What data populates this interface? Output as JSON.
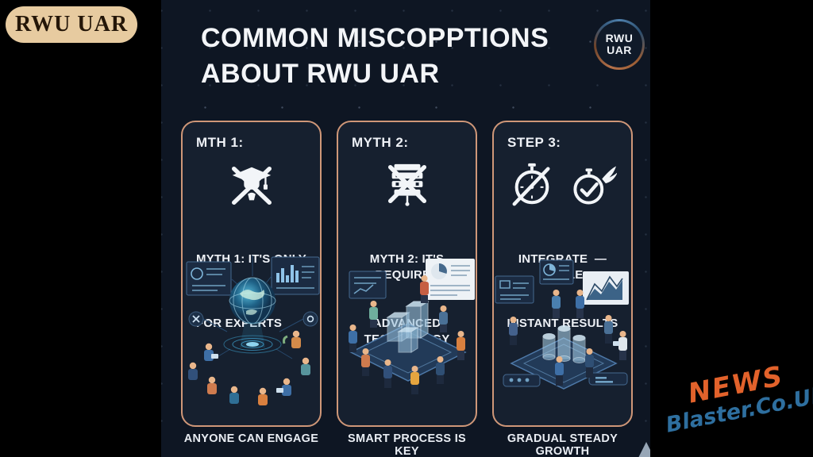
{
  "header": {
    "watermark": "RWU UAR",
    "title_line1": "COMMON MISCOPPTIONS",
    "title_line2": "ABOUT RWU UAR",
    "badge_line1": "RWU",
    "badge_line2": "UAR"
  },
  "cards": [
    {
      "header": "MTH 1:",
      "icon": "graduation-cap-crossed-icon",
      "body_line1": "MYTH 1: IT'S ONLY FOR",
      "body_line2": "FOR EXPERTS",
      "caption": "ANYONE CAN ENGAGE"
    },
    {
      "header": "MYTH 2:",
      "icon": "server-crossed-icon",
      "body_line1": "MYTH 2: IT'S REQUIRES",
      "body_line2": "ADVANCED TECHNOLOGY",
      "caption": "SMART PROCESS IS KEY"
    },
    {
      "header": "STEP 3:",
      "icon": "stopwatch-slash-icon, stopwatch-check-wing-icon",
      "body_line1": "INTEGRATE  — SCALE",
      "body_line2": "INSTANT RESULTS",
      "caption": "GRADUAL STEADY GROWTH"
    }
  ],
  "footer": {
    "brand_word1": "NEWS",
    "brand_word2": "Blaster.Co.Uk"
  },
  "colors": {
    "page_bg": "#000000",
    "stage_bg": "#0e1623",
    "card_bg": "#16202f",
    "card_border": "#cf9778",
    "title_text": "#f3f5f8",
    "pill_bg": "#e7cba0",
    "pill_text": "#241608",
    "news_orange": "#e2622b",
    "news_blue": "#2e6f9f"
  }
}
